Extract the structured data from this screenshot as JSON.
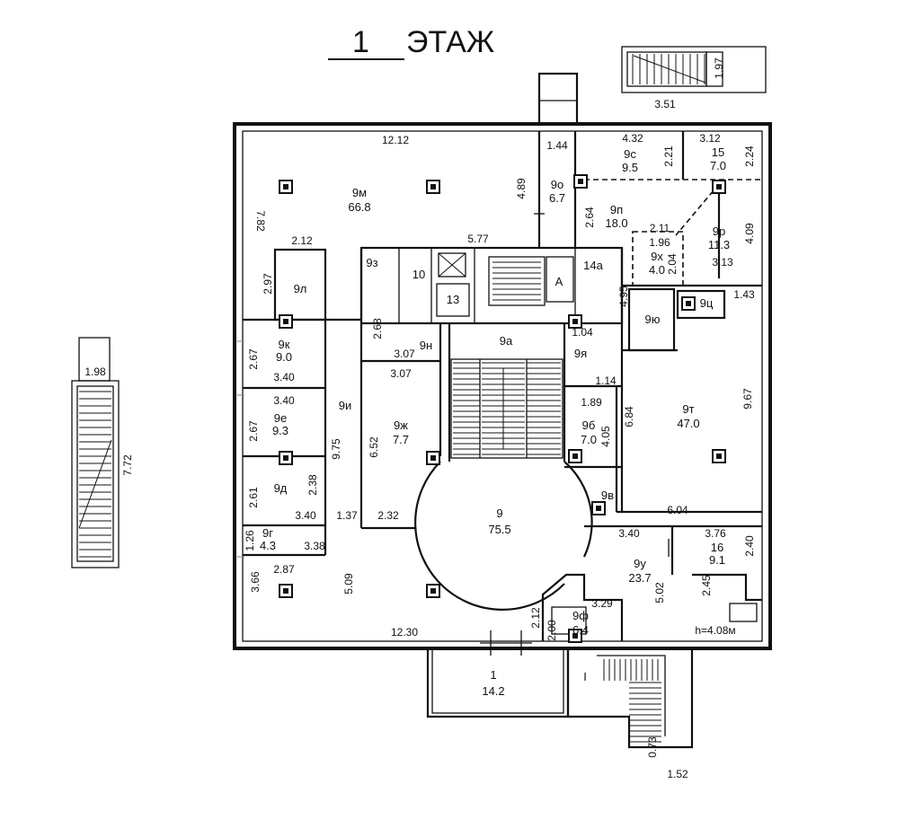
{
  "title": {
    "number": "1",
    "word": "ЭТАЖ"
  },
  "rooms": [
    {
      "id": "9м",
      "area": "66.8"
    },
    {
      "id": "9л",
      "area": ""
    },
    {
      "id": "9к",
      "area": "9.0"
    },
    {
      "id": "9е",
      "area": "9.3"
    },
    {
      "id": "9д",
      "area": ""
    },
    {
      "id": "9г",
      "area": "4.3"
    },
    {
      "id": "9и",
      "area": ""
    },
    {
      "id": "9з",
      "area": ""
    },
    {
      "id": "10",
      "area": ""
    },
    {
      "id": "13",
      "area": ""
    },
    {
      "id": "A",
      "area": ""
    },
    {
      "id": "14а",
      "area": ""
    },
    {
      "id": "9н",
      "area": ""
    },
    {
      "id": "9ж",
      "area": "7.7"
    },
    {
      "id": "9а",
      "area": ""
    },
    {
      "id": "9я",
      "area": ""
    },
    {
      "id": "9б",
      "area": "7.0"
    },
    {
      "id": "9в",
      "area": ""
    },
    {
      "id": "9",
      "area": "75.5"
    },
    {
      "id": "9о",
      "area": "6.7"
    },
    {
      "id": "9с",
      "area": "9.5"
    },
    {
      "id": "15",
      "area": "7.0"
    },
    {
      "id": "9п",
      "area": "18.0"
    },
    {
      "id": "9р",
      "area": "11.3"
    },
    {
      "id": "9х",
      "area": "4.0"
    },
    {
      "id": "9ю",
      "area": ""
    },
    {
      "id": "9ц",
      "area": ""
    },
    {
      "id": "9т",
      "area": "47.0"
    },
    {
      "id": "9у",
      "area": "23.7"
    },
    {
      "id": "16",
      "area": "9.1"
    },
    {
      "id": "9ф",
      "area": "6.4"
    },
    {
      "id": "1",
      "area": "14.2"
    },
    {
      "id": "I",
      "area": ""
    }
  ],
  "dimensions": [
    "12.12",
    "7.82",
    "4.89",
    "1.44",
    "4.32",
    "2.21",
    "3.12",
    "2.24",
    "2.64",
    "2.11",
    "1.96",
    "2.04",
    "4.09",
    "3.13",
    "4.95",
    "1.43",
    "2.12",
    "2.97",
    "5.77",
    "2.68",
    "3.07",
    "3.07",
    "1.04",
    "1.14",
    "2.67",
    "3.40",
    "3.40",
    "2.67",
    "9.75",
    "2.38",
    "2.61",
    "3.40",
    "1.37",
    "1.26",
    "3.38",
    "2.87",
    "6.52",
    "2.32",
    "1.89",
    "4.05",
    "6.84",
    "9.67",
    "6.04",
    "3.40",
    "3.76",
    "2.40",
    "3.66",
    "5.09",
    "12.30",
    "2.12",
    "2.00",
    "3.29",
    "5.02",
    "2.45",
    "3.51",
    "1.97",
    "1.98",
    "7.72",
    "0.73",
    "1.52"
  ],
  "height_note": "h=4.08м"
}
